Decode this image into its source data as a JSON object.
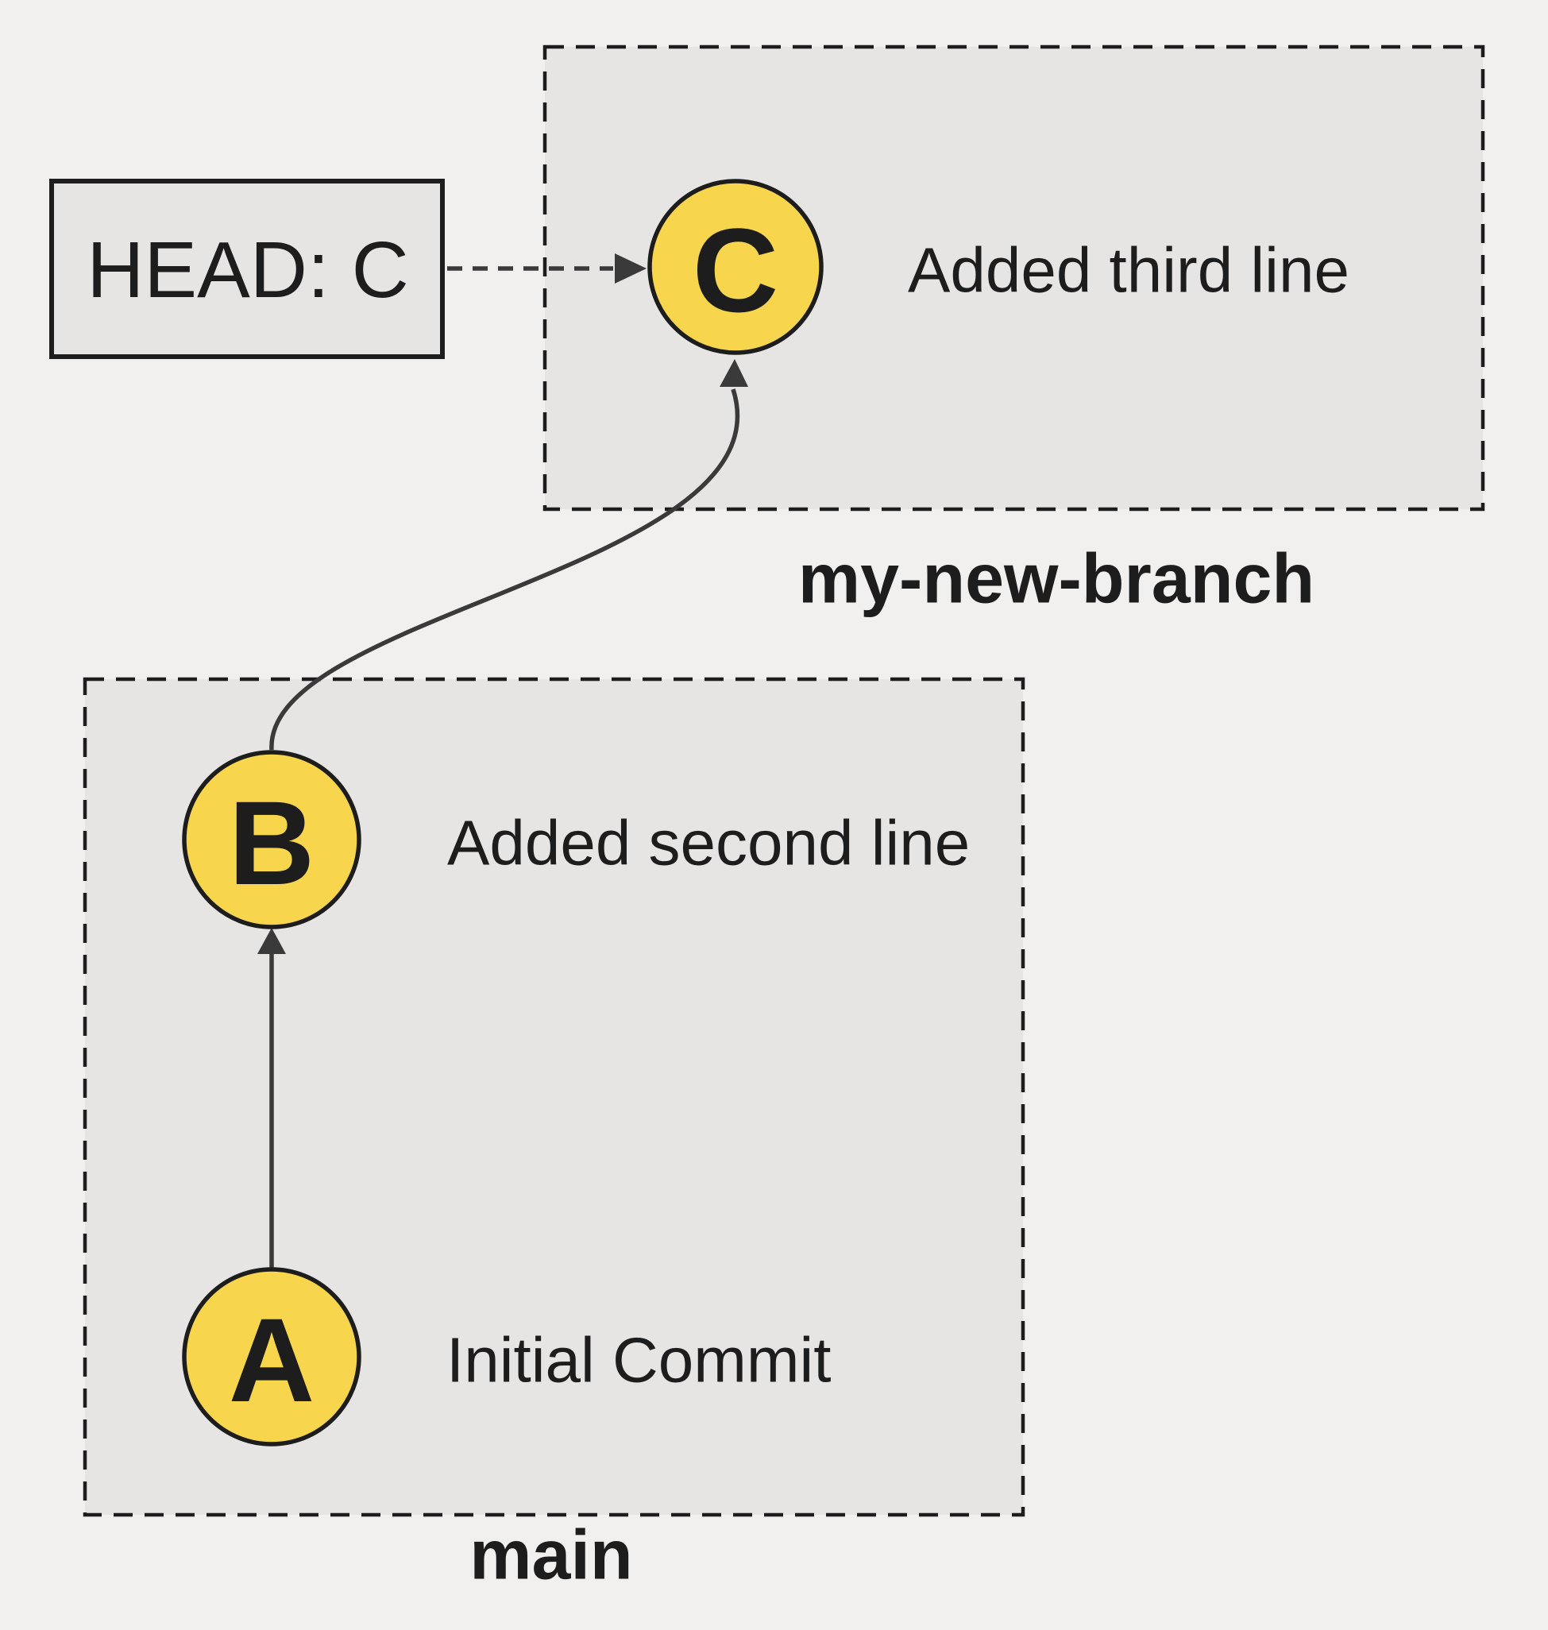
{
  "diagram": {
    "head": {
      "label": "HEAD: C"
    },
    "commits": [
      {
        "id": "C",
        "message": "Added third line",
        "branch": "my-new-branch"
      },
      {
        "id": "B",
        "message": "Added second line",
        "branch": "main"
      },
      {
        "id": "A",
        "message": "Initial Commit",
        "branch": "main"
      }
    ],
    "branches": [
      {
        "name": "my-new-branch"
      },
      {
        "name": "main"
      }
    ],
    "colors": {
      "background": "#f1f0ee",
      "box_fill": "#e6e5e3",
      "node_fill": "#f7d64e",
      "stroke": "#1d1d1d",
      "arrow": "#3a3a3a",
      "text": "#1d1d1d"
    }
  }
}
